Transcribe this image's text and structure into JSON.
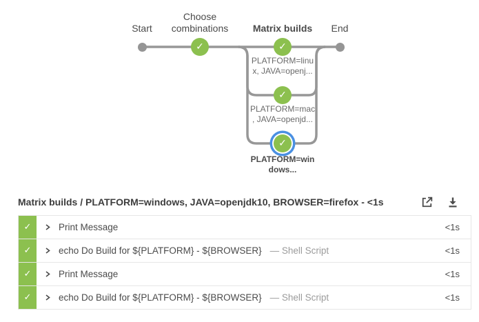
{
  "colors": {
    "success_green": "#8CC04F",
    "edge_gray": "#979797",
    "selected_ring_blue": "#4A90E2"
  },
  "icons": {
    "check": "✓",
    "header_right": [
      "open-in-new-icon",
      "download-icon"
    ],
    "row_left": "chevron-right-icon"
  },
  "graph": {
    "stages": {
      "start": {
        "label": "Start"
      },
      "choose": {
        "label_line1": "Choose",
        "label_line2": "combinations"
      },
      "matrix": {
        "label": "Matrix builds"
      },
      "end": {
        "label": "End"
      }
    },
    "branches": {
      "linux": {
        "label_line1": "PLATFORM=linu",
        "label_line2": "x, JAVA=openj..."
      },
      "mac": {
        "label_line1": "PLATFORM=mac",
        "label_line2": ", JAVA=openjd..."
      },
      "windows": {
        "label_line1": "PLATFORM=win",
        "label_line2": "dows..."
      }
    }
  },
  "header": {
    "title": "Matrix builds / PLATFORM=windows, JAVA=openjdk10, BROWSER=firefox - <1s"
  },
  "steps": [
    {
      "label": "Print Message",
      "secondary": "",
      "duration": "<1s"
    },
    {
      "label": "echo Do Build for ${PLATFORM} - ${BROWSER}",
      "secondary": "— Shell Script",
      "duration": "<1s"
    },
    {
      "label": "Print Message",
      "secondary": "",
      "duration": "<1s"
    },
    {
      "label": "echo Do Build for ${PLATFORM} - ${BROWSER}",
      "secondary": "— Shell Script",
      "duration": "<1s"
    }
  ]
}
